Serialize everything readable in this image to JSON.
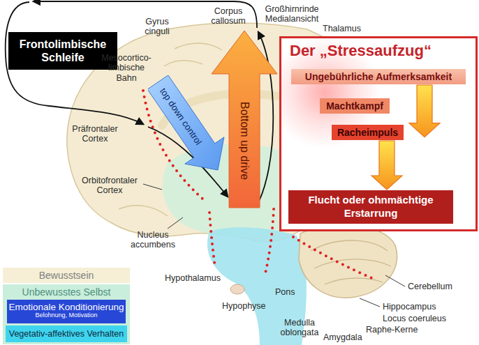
{
  "diagram": {
    "nodes": [
      {
        "text": [
          "Frontolimbische Schleife"
        ]
      },
      {
        "text": [
          "top down control"
        ]
      },
      {
        "text": [
          "Bottom up drive"
        ]
      },
      {
        "text": [
          "Der „Stressaufzug“"
        ]
      },
      {
        "text": [
          "Ungebührliche Aufmerksamkeit"
        ],
        "in": 3
      },
      {
        "text": [
          "Machtkampf"
        ],
        "in": 3
      },
      {
        "text": [
          "Racheimpuls"
        ],
        "in": 3
      },
      {
        "text": [
          "Flucht oder ohnmächtige Erstarrung"
        ],
        "in": 3
      }
    ],
    "edges": [
      {
        "from": 4,
        "to": 6,
        "arrow": "to"
      },
      {
        "from": 6,
        "to": 7,
        "arrow": "to"
      }
    ],
    "labels": [
      "Corpus callosum",
      "Großhirnrinde Medialansicht",
      "Thalamus",
      "Gyrus cinguli",
      "Mesocortico-limbische Bahn",
      "Präfrontaler Cortex",
      "Orbitofrontaler Cortex",
      "Nucleus accumbens",
      "Hypothalamus",
      "Hypophyse",
      "Pons",
      "Medulla oblongata",
      "Amygdala",
      "Raphe-Kerne",
      "Locus coeruleus",
      "Hippocampus",
      "Cerebellum",
      "Belohnung, Motivation"
    ],
    "legend": [
      {
        "text": "Bewusstsein",
        "color": "#f6efd6"
      },
      {
        "text": "Unbewusstes Selbst",
        "color": "#c9eedb"
      },
      {
        "text": "Emotionale Konditionierung",
        "color": "#2747d6"
      },
      {
        "text": "Vegetativ-affektives Verhalten",
        "color": "#3fd4ee"
      }
    ]
  }
}
